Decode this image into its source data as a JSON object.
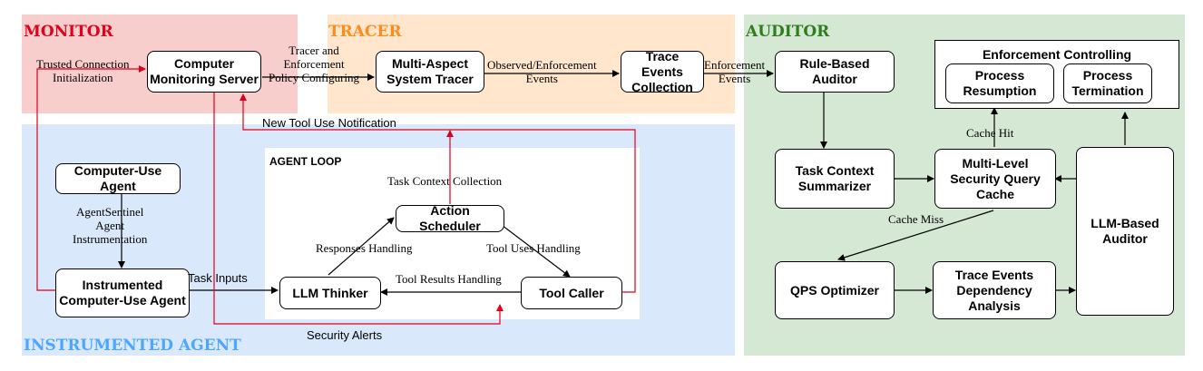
{
  "colors": {
    "monitor_bg": "#f8cecc",
    "tracer_bg": "#ffe6cc",
    "instrumented_bg": "#dae8fc",
    "auditor_bg": "#d5e8d4",
    "monitor_title": "#e0001b",
    "tracer_title": "#ff8c1a",
    "instrumented_title": "#4da6ff",
    "auditor_title": "#2e7d1e",
    "red_arrow": "#e0001b",
    "black_arrow": "#000000"
  },
  "regions": {
    "monitor": "MONITOR",
    "tracer": "TRACER",
    "instrumented": "INSTRUMENTED AGENT",
    "auditor": "AUDITOR"
  },
  "boxes": {
    "computer_monitoring_server": "Computer Monitoring Server",
    "multi_aspect_tracer": "Multi-Aspect System Tracer",
    "trace_events_collection": "Trace Events Collection",
    "rule_based_auditor": "Rule-Based Auditor",
    "enforcement_controlling": "Enforcement Controlling",
    "process_resumption": "Process Resumption",
    "process_termination": "Process Termination",
    "task_context_summarizer": "Task Context Summarizer",
    "multi_level_cache": "Multi-Level Security Query Cache",
    "llm_based_auditor": "LLM-Based Auditor",
    "qps_optimizer": "QPS Optimizer",
    "trace_events_dependency": "Trace Events Dependency Analysis",
    "computer_use_agent": "Computer-Use Agent",
    "instrumented_agent": "Instrumented Computer-Use Agent",
    "agent_loop": "AGENT LOOP",
    "action_scheduler": "Action Scheduler",
    "llm_thinker": "LLM Thinker",
    "tool_caller": "Tool Caller"
  },
  "labels": {
    "trusted_connection": "Trusted Connection",
    "initialization": "Initialization",
    "tracer_and": "Tracer and",
    "enforcement": "Enforcement",
    "policy_configuring": "Policy Configuring",
    "observed_enforcement": "Observed/Enforcement",
    "events_1": "Events",
    "enforcement_2": "Enforcement",
    "events_2": "Events",
    "new_tool_use_notification": "New Tool Use Notification",
    "cache_hit": "Cache Hit",
    "cache_miss": "Cache Miss",
    "task_context_collection": "Task Context Collection",
    "agentsentinel": "AgentSentinel",
    "agent": "Agent",
    "instrumentation": "Instrumentation",
    "task_inputs": "Task Inputs",
    "responses_handling": "Responses Handling",
    "tool_uses_handling": "Tool Uses Handling",
    "tool_results_handling": "Tool Results Handling",
    "security_alerts": "Security Alerts"
  }
}
